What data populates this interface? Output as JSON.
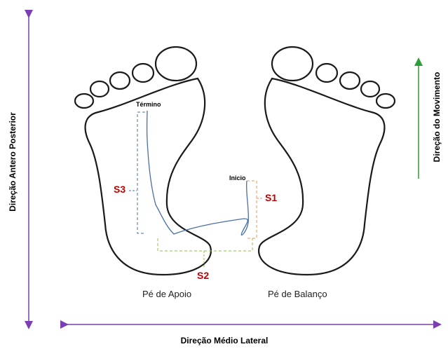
{
  "axes": {
    "vertical_left": "Direção Antero Posterior",
    "horizontal_bottom": "Direção Médio Lateral",
    "vertical_right": "Direção do Movimento"
  },
  "feet": {
    "left_label": "Pé de Apoio",
    "right_label": "Pé de Balanço"
  },
  "path": {
    "end_label": "Término",
    "start_label": "Inicio"
  },
  "segments": {
    "s1": "S1",
    "s2": "S2",
    "s3": "S3"
  },
  "colors": {
    "axis_purple": "#7b3fb3",
    "movement_green": "#2e9e3a",
    "segment_red": "#c00000",
    "path_blue": "#4a6fa5",
    "s1_bracket": "#e8975a",
    "s2_bracket": "#8dc63f",
    "s3_bracket": "#4a6fa5"
  }
}
